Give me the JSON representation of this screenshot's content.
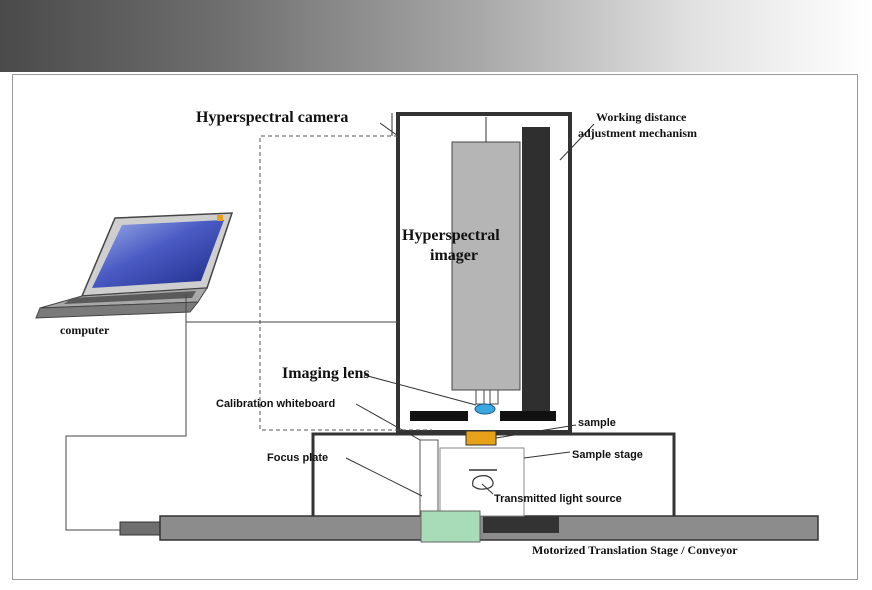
{
  "labels": {
    "hyperspectral_camera": "Hyperspectral camera",
    "working_distance_1": "Working distance",
    "working_distance_2": "adjustment mechanism",
    "imager_1": "Hyperspectral",
    "imager_2": "imager",
    "computer": "computer",
    "imaging_lens": "Imaging lens",
    "calibration_whiteboard": "Calibration whiteboard",
    "sample": "sample",
    "focus_plate": "Focus plate",
    "sample_stage": "Sample stage",
    "transmitted_light": "Transmitted light source",
    "conveyor": "Motorized Translation Stage / Conveyor"
  },
  "colors": {
    "banner_dark": "#4a4a4a",
    "frame": "#333333",
    "imager": "#b5b5b5",
    "rail": "#2f2f2f",
    "sample": "#e8a21a",
    "whiteboard": "#a8dcb8",
    "lens": "#3aa7e0",
    "conveyor": "#8c8c8c",
    "screen": "#4a5bc4"
  }
}
